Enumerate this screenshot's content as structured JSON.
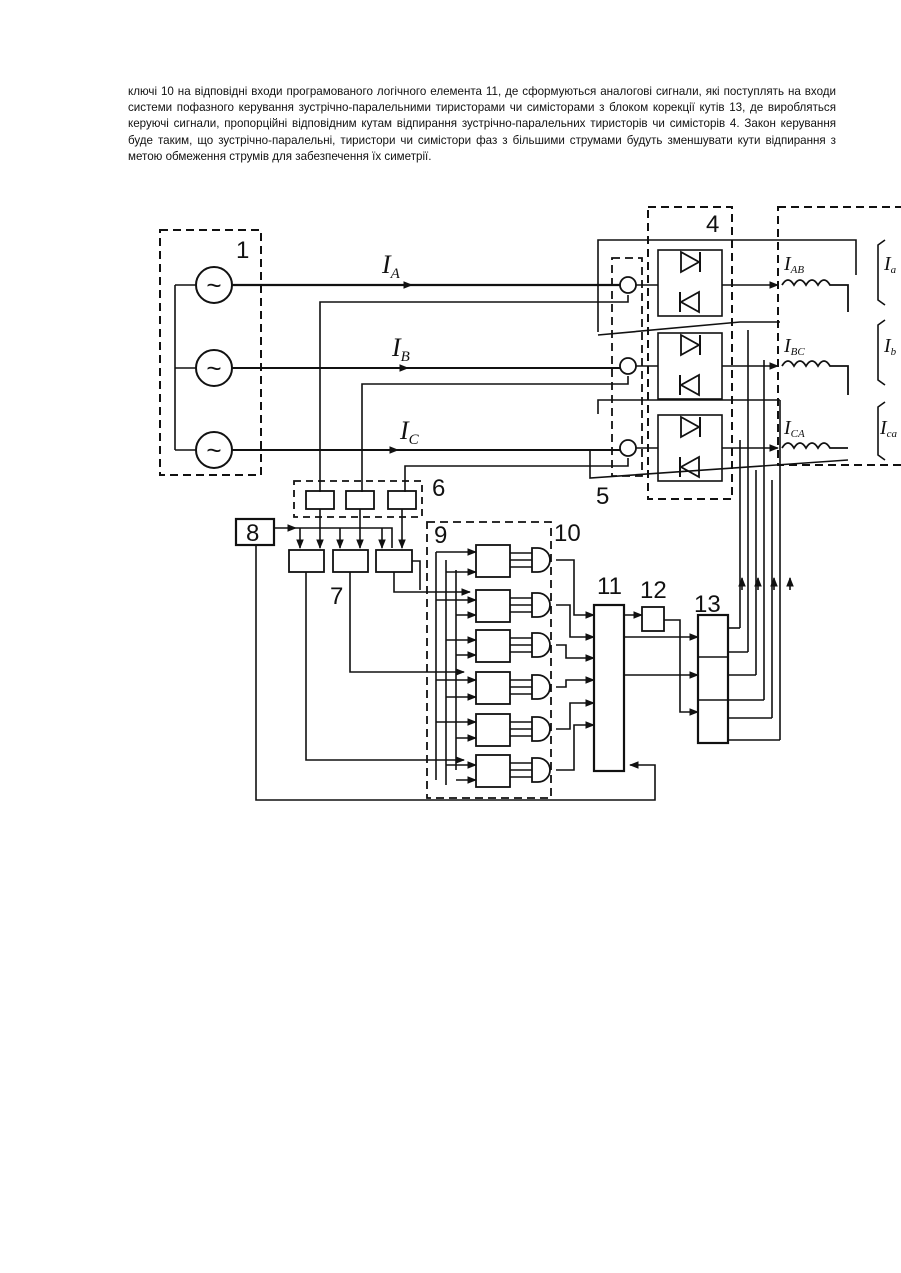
{
  "paragraph": "ключі 10 на відповідні входи програмованого логічного елемента 11, де сформуються аналогові сигнали, які поступлять на входи системи пофазного керування зустрічно-паралельними тиристорами чи симісторами з блоком корекції кутів 13, де виробляться керуючі сигнали, пропорційні відповідним кутам відпирання зустрічно-паралельних тиристорів чи симісторів 4. Закон керування буде таким, що зустрічно-паралельні, тиристори чи симістори фаз з більшими струмами будуть зменшувати кути відпирання з метою обмеження струмів для забезпечення їх симетрії.",
  "figure": {
    "block_numbers": {
      "b1": "1",
      "b4": "4",
      "b5": "5",
      "b6": "6",
      "b7": "7",
      "b8": "8",
      "b9": "9",
      "b10": "10",
      "b11": "11",
      "b12": "12",
      "b13": "13"
    },
    "phase_currents": {
      "ia": "I",
      "ia_sub": "A",
      "ib": "I",
      "ib_sub": "B",
      "ic": "I",
      "ic_sub": "C"
    },
    "load_currents": {
      "iab": "I",
      "iab_sub": "AB",
      "ibc": "I",
      "ibc_sub": "BC",
      "ica": "I",
      "ica_sub": "CA"
    },
    "right_edge_labels": {
      "r1": "I",
      "r1_sub": "a",
      "r2": "I",
      "r2_sub": "b",
      "r3": "I",
      "r3_sub": "ca"
    },
    "source_symbol": "~"
  }
}
